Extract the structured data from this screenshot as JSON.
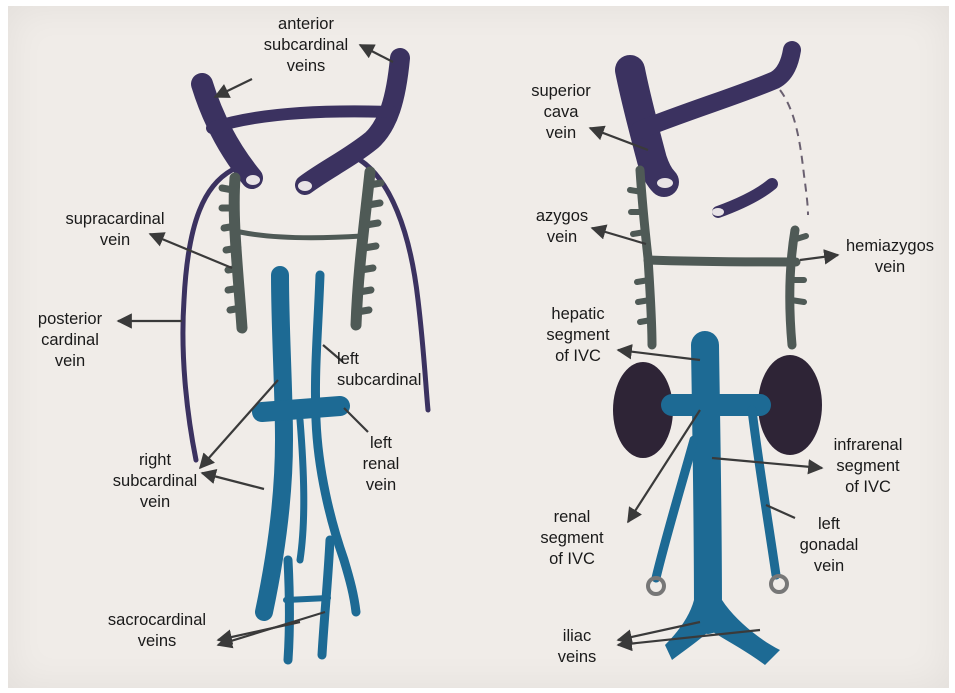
{
  "colors": {
    "paper": "#f0ece8",
    "purple": "#3b3260",
    "kidney": "#2e2436",
    "gray_green": "#4f5a56",
    "blue": "#1d6a94",
    "arrow": "#3a3a3a"
  },
  "left_diagram": {
    "labels": {
      "anterior": "anterior\nsubcardinal\nveins",
      "supracardinal": "supracardinal\nvein",
      "posterior": "posterior\ncardinal\nvein",
      "left_subcardinal": "left\nsubcardinal",
      "left_renal": "left\nrenal\nvein",
      "right_subcardinal": "right\nsubcardinal\nvein",
      "sacrocardinal": "sacrocardinal\nveins"
    }
  },
  "right_diagram": {
    "labels": {
      "superior_cava": "superior\ncava\nvein",
      "azygos": "azygos\nvein",
      "hemiazygos": "hemiazygos\nvein",
      "hepatic": "hepatic\nsegment\nof IVC",
      "infrarenal": "infrarenal\nsegment\nof IVC",
      "renal": "renal\nsegment\nof IVC",
      "left_gonadal": "left\ngonadal\nvein",
      "iliac": "iliac\nveins"
    }
  }
}
